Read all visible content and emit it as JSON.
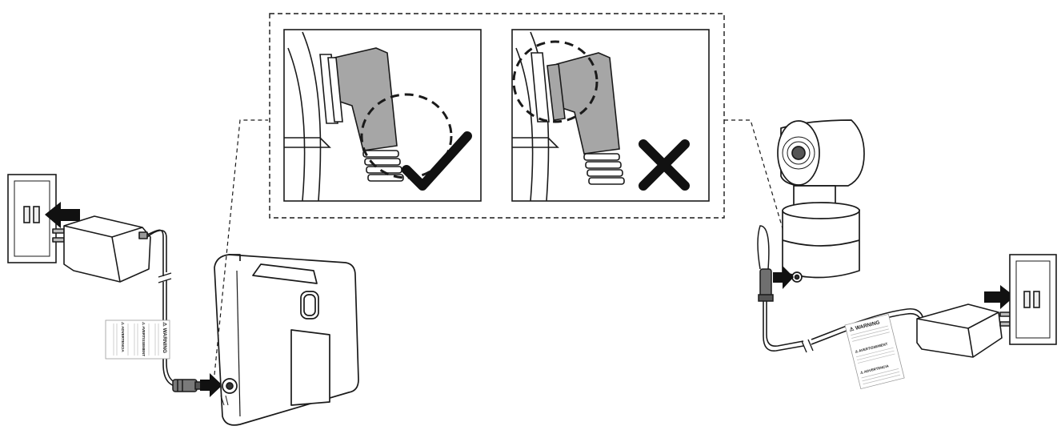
{
  "diagram": {
    "panels": {
      "correct": {
        "mark": "check-icon"
      },
      "incorrect": {
        "mark": "cross-icon"
      }
    },
    "labels": {
      "monitor_label": {
        "warning": "⚠ WARNING",
        "avertissement": "⚠ AVERTISSEMENT",
        "advertencia": "⚠ ADVERTENCIA"
      },
      "camera_label": {
        "warning": "⚠ WARNING",
        "avertissement": "⚠ AVERTISSEMENT",
        "advertencia": "⚠ ADVERTENCIA"
      }
    },
    "colors": {
      "line": "#1a1a1a",
      "plug_gray": "#a6a6a6",
      "arrow": "#111111",
      "label_header": "#222222"
    }
  }
}
